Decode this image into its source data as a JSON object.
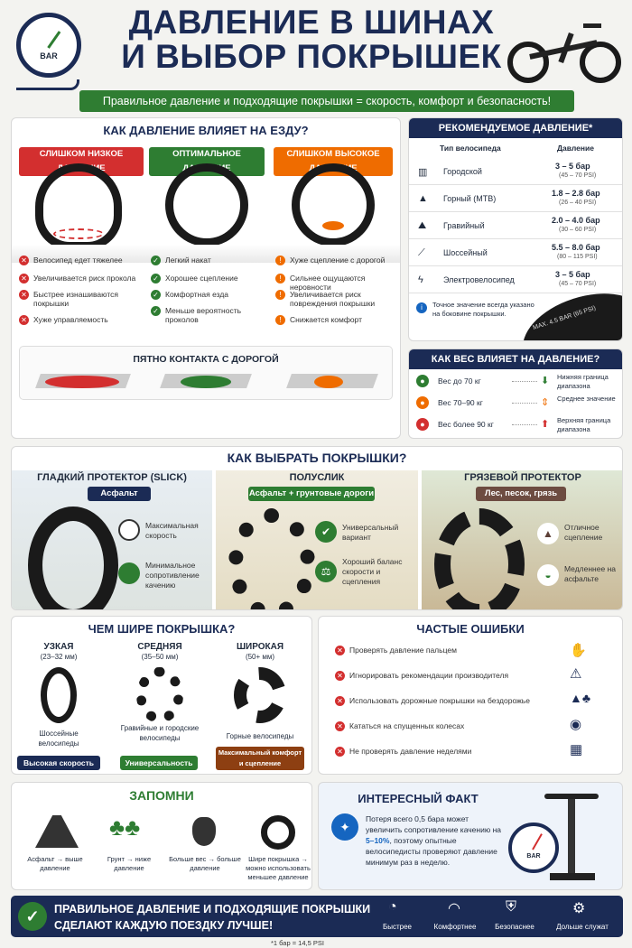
{
  "header": {
    "title_line1": "ДАВЛЕНИЕ В ШИНАХ",
    "title_line2": "И ВЫБОР ПОКРЫШЕК",
    "gauge_label": "BAR",
    "subtitle": "Правильное давление и подходящие покрышки = скорость, комфорт и безопасность!"
  },
  "ride": {
    "heading": "КАК ДАВЛЕНИЕ ВЛИЯЕТ НА ЕЗДУ?",
    "cols": [
      {
        "label": "СЛИШКОМ НИЗКОЕ ДАВЛЕНИЕ",
        "items": [
          "Велосипед едет тяжелее",
          "Увеличивается риск прокола",
          "Быстрее изнашиваются покрышки",
          "Хуже управляемость"
        ]
      },
      {
        "label": "ОПТИМАЛЬНОЕ ДАВЛЕНИЕ",
        "items": [
          "Легкий накат",
          "Хорошее сцепление",
          "Комфортная езда",
          "Меньше вероятность проколов"
        ]
      },
      {
        "label": "СЛИШКОМ ВЫСОКОЕ ДАВЛЕНИЕ",
        "items": [
          "Хуже сцепление с дорогой",
          "Сильнее ощущаются неровности",
          "Увеличивается риск повреждения покрышки",
          "Снижается комфорт"
        ]
      }
    ],
    "contact": "ПЯТНО КОНТАКТА С ДОРОГОЙ"
  },
  "recommend": {
    "heading": "РЕКОМЕНДУЕМОЕ ДАВЛЕНИЕ*",
    "col1": "Тип велосипеда",
    "col2": "Давление",
    "rows": [
      {
        "type": "Городской",
        "bar": "3 – 5 бар",
        "psi": "(45 – 70 PSI)"
      },
      {
        "type": "Горный (MTB)",
        "bar": "1.8 – 2.8 бар",
        "psi": "(26 – 40 PSI)"
      },
      {
        "type": "Гравийный",
        "bar": "2.0 – 4.0 бар",
        "psi": "(30 – 60 PSI)"
      },
      {
        "type": "Шоссейный",
        "bar": "5.5 – 8.0 бар",
        "psi": "(80 – 115 PSI)"
      },
      {
        "type": "Электровелосипед",
        "bar": "3 – 5 бар",
        "psi": "(45 – 70 PSI)"
      }
    ],
    "note": "Точное значение всегда указано на боковине покрышки.",
    "sidewall": "MAX. 4.5 BAR (65 PSI)"
  },
  "weight": {
    "heading": "КАК ВЕС ВЛИЯЕТ НА ДАВЛЕНИЕ?",
    "rows": [
      {
        "w": "Вес до 70 кг",
        "r": "Нижняя граница диапазона"
      },
      {
        "w": "Вес 70–90 кг",
        "r": "Среднее значение"
      },
      {
        "w": "Вес более 90 кг",
        "r": "Верхняя граница диапазона"
      }
    ]
  },
  "choose": {
    "heading": "КАК ВЫБРАТЬ ПОКРЫШКИ?",
    "cols": [
      {
        "title": "ГЛАДКИЙ ПРОТЕКТОР (SLICK)",
        "tag": "Асфальт",
        "f1": "Максимальная скорость",
        "f2": "Минимальное сопротивление качению"
      },
      {
        "title": "ПОЛУСЛИК",
        "tag": "Асфальт + грунтовые дороги",
        "f1": "Универсальный вариант",
        "f2": "Хороший баланс скорости и сцепления"
      },
      {
        "title": "ГРЯЗЕВОЙ ПРОТЕКТОР",
        "tag": "Лес, песок, грязь",
        "f1": "Отличное сцепление",
        "f2": "Медленнее на асфальте"
      }
    ]
  },
  "width": {
    "heading": "ЧЕМ ШИРЕ ПОКРЫШКА?",
    "cols": [
      {
        "t": "УЗКАЯ",
        "s": "(23–32 мм)",
        "d": "Шоссейные велосипеды",
        "b": "Высокая скорость"
      },
      {
        "t": "СРЕДНЯЯ",
        "s": "(35–50 мм)",
        "d": "Гравийные и городские велосипеды",
        "b": "Универсальность"
      },
      {
        "t": "ШИРОКАЯ",
        "s": "(50+ мм)",
        "d": "Горные велосипеды",
        "b": "Максимальный комфорт и сцепление"
      }
    ]
  },
  "mistakes": {
    "heading": "ЧАСТЫЕ ОШИБКИ",
    "items": [
      "Проверять давление пальцем",
      "Игнорировать рекомендации производителя",
      "Использовать дорожные покрышки на бездорожье",
      "Кататься на спущенных колесах",
      "Не проверять давление неделями"
    ]
  },
  "remember": {
    "heading": "ЗАПОМНИ",
    "items": [
      "Асфальт → выше давление",
      "Грунт → ниже давление",
      "Больше вес → больше давление",
      "Шире покрышка → можно использовать меньшее давление"
    ]
  },
  "fact": {
    "heading": "ИНТЕРЕСНЫЙ ФАКТ",
    "p1": "Потеря всего 0,5 бара может увеличить сопротивление качению на",
    "hl": "5–10%",
    "p2": ", поэтому опытные велосипедисты проверяют давление минимум раз в неделю.",
    "gauge": "BAR"
  },
  "footer": {
    "line1": "ПРАВИЛЬНОЕ ДАВЛЕНИЕ И ПОДХОДЯЩИЕ ПОКРЫШКИ",
    "line2": "СДЕЛАЮТ КАЖДУЮ ПОЕЗДКУ ЛУЧШЕ!",
    "icons": [
      "Быстрее",
      "Комфортнее",
      "Безопаснее",
      "Дольше служат"
    ],
    "note": "*1 бар = 14,5 PSI"
  },
  "colors": {
    "navy": "#1b2b55",
    "green": "#2e7d32",
    "red": "#d32f2f",
    "orange": "#ef6c00"
  }
}
